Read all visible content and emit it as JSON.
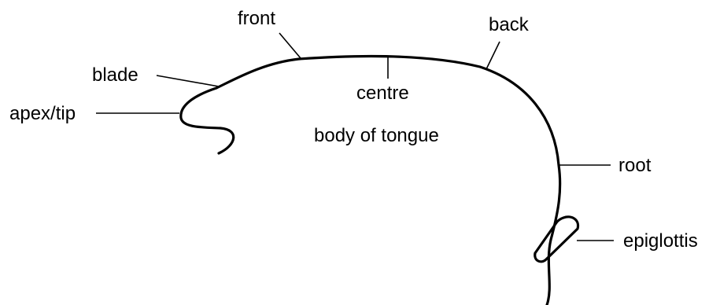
{
  "labels": {
    "front": "front",
    "back": "back",
    "blade": "blade",
    "apex_tip": "apex/tip",
    "centre": "centre",
    "body": "body of tongue",
    "root": "root",
    "epiglottis": "epiglottis"
  },
  "colors": {
    "stroke": "#000000",
    "text": "#000000",
    "background": "#ffffff"
  }
}
